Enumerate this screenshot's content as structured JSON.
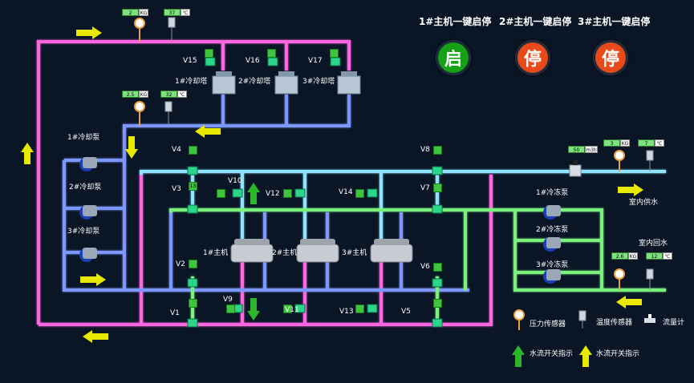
{
  "controls": [
    {
      "title": "1#主机一键启停",
      "button": "启",
      "color": "#16a016"
    },
    {
      "title": "2#主机一键启停",
      "button": "停",
      "color": "#e84a1a"
    },
    {
      "title": "3#主机一键启停",
      "button": "停",
      "color": "#e84a1a"
    }
  ],
  "towers": [
    "1#冷却塔",
    "2#冷却塔",
    "3#冷却塔"
  ],
  "cooling_pumps": [
    "1#冷却泵",
    "2#冷却泵",
    "3#冷却泵"
  ],
  "chilled_pumps": [
    "1#冷冻泵",
    "2#冷冻泵",
    "3#冷冻泵"
  ],
  "chillers": [
    "1#主机",
    "2#主机",
    "3#主机"
  ],
  "valves": [
    "V15",
    "V16",
    "V17",
    "V4",
    "V8",
    "V3",
    "V10",
    "V12",
    "V14",
    "V7",
    "V2",
    "V6",
    "V1",
    "V9",
    "V11",
    "V13",
    "V5"
  ],
  "gauges": {
    "top": {
      "pressure": "2",
      "pressure_unit": "KG",
      "temp": "37",
      "temp_unit": "℃"
    },
    "mid": {
      "pressure": "2.5",
      "pressure_unit": "KG",
      "temp": "32",
      "temp_unit": "℃"
    },
    "supply": {
      "flow": "50",
      "flow_unit": "m3h",
      "pressure": "3",
      "pressure_unit": "KG",
      "temp": "7",
      "temp_unit": "℃"
    },
    "return": {
      "pressure": "2.6",
      "pressure_unit": "KG",
      "temp": "12",
      "temp_unit": "℃"
    }
  },
  "v3_indicator": "13",
  "labels": {
    "supply": "室内供水",
    "return": "室内回水"
  },
  "legend": {
    "pressure": "压力传感器",
    "temp": "温度传感器",
    "flow": "流量计",
    "flow_switch_green": "水流开关指示",
    "flow_switch_yellow": "水流开关指示"
  },
  "colors": {
    "pink": "#ff66e0",
    "blue": "#7b97ff",
    "cyan": "#8fe3ff",
    "green": "#7bf07b",
    "arrow": "#e8e800"
  }
}
